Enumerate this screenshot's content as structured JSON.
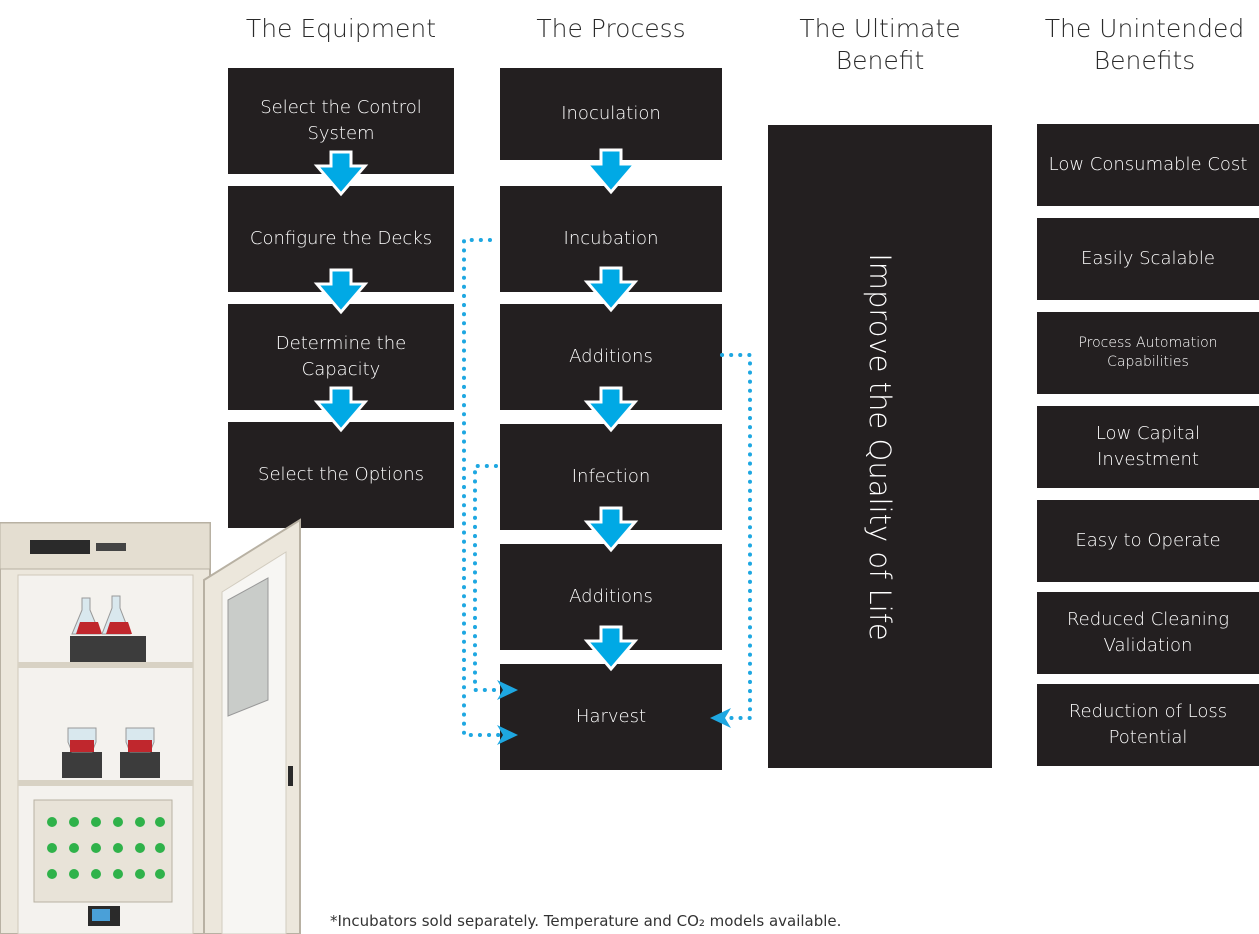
{
  "headers": {
    "equipment": "The Equipment",
    "process": "The Process",
    "ultimate": "The Ultimate Benefit",
    "unintended": "The Unintended Benefits"
  },
  "equipment_steps": [
    "Select the Control System",
    "Configure the Decks",
    "Determine the Capacity",
    "Select the Options"
  ],
  "process_steps": [
    "Inoculation",
    "Incubation",
    "Additions",
    "Infection",
    "Additions",
    "Harvest"
  ],
  "ultimate_benefit": "Improve the Quality of Life",
  "unintended_benefits": [
    "Low Consumable Cost",
    "Easily Scalable",
    "Process Automation Capabilities",
    "Low Capital Investment",
    "Easy to Operate",
    "Reduced Cleaning Validation",
    "Reduction of Loss Potential"
  ],
  "footnote": "*Incubators sold separately. Temperature and CO₂ models available.",
  "colors": {
    "box": "#231f20",
    "arrow": "#00a9e5",
    "dotted": "#1ea7e1"
  }
}
